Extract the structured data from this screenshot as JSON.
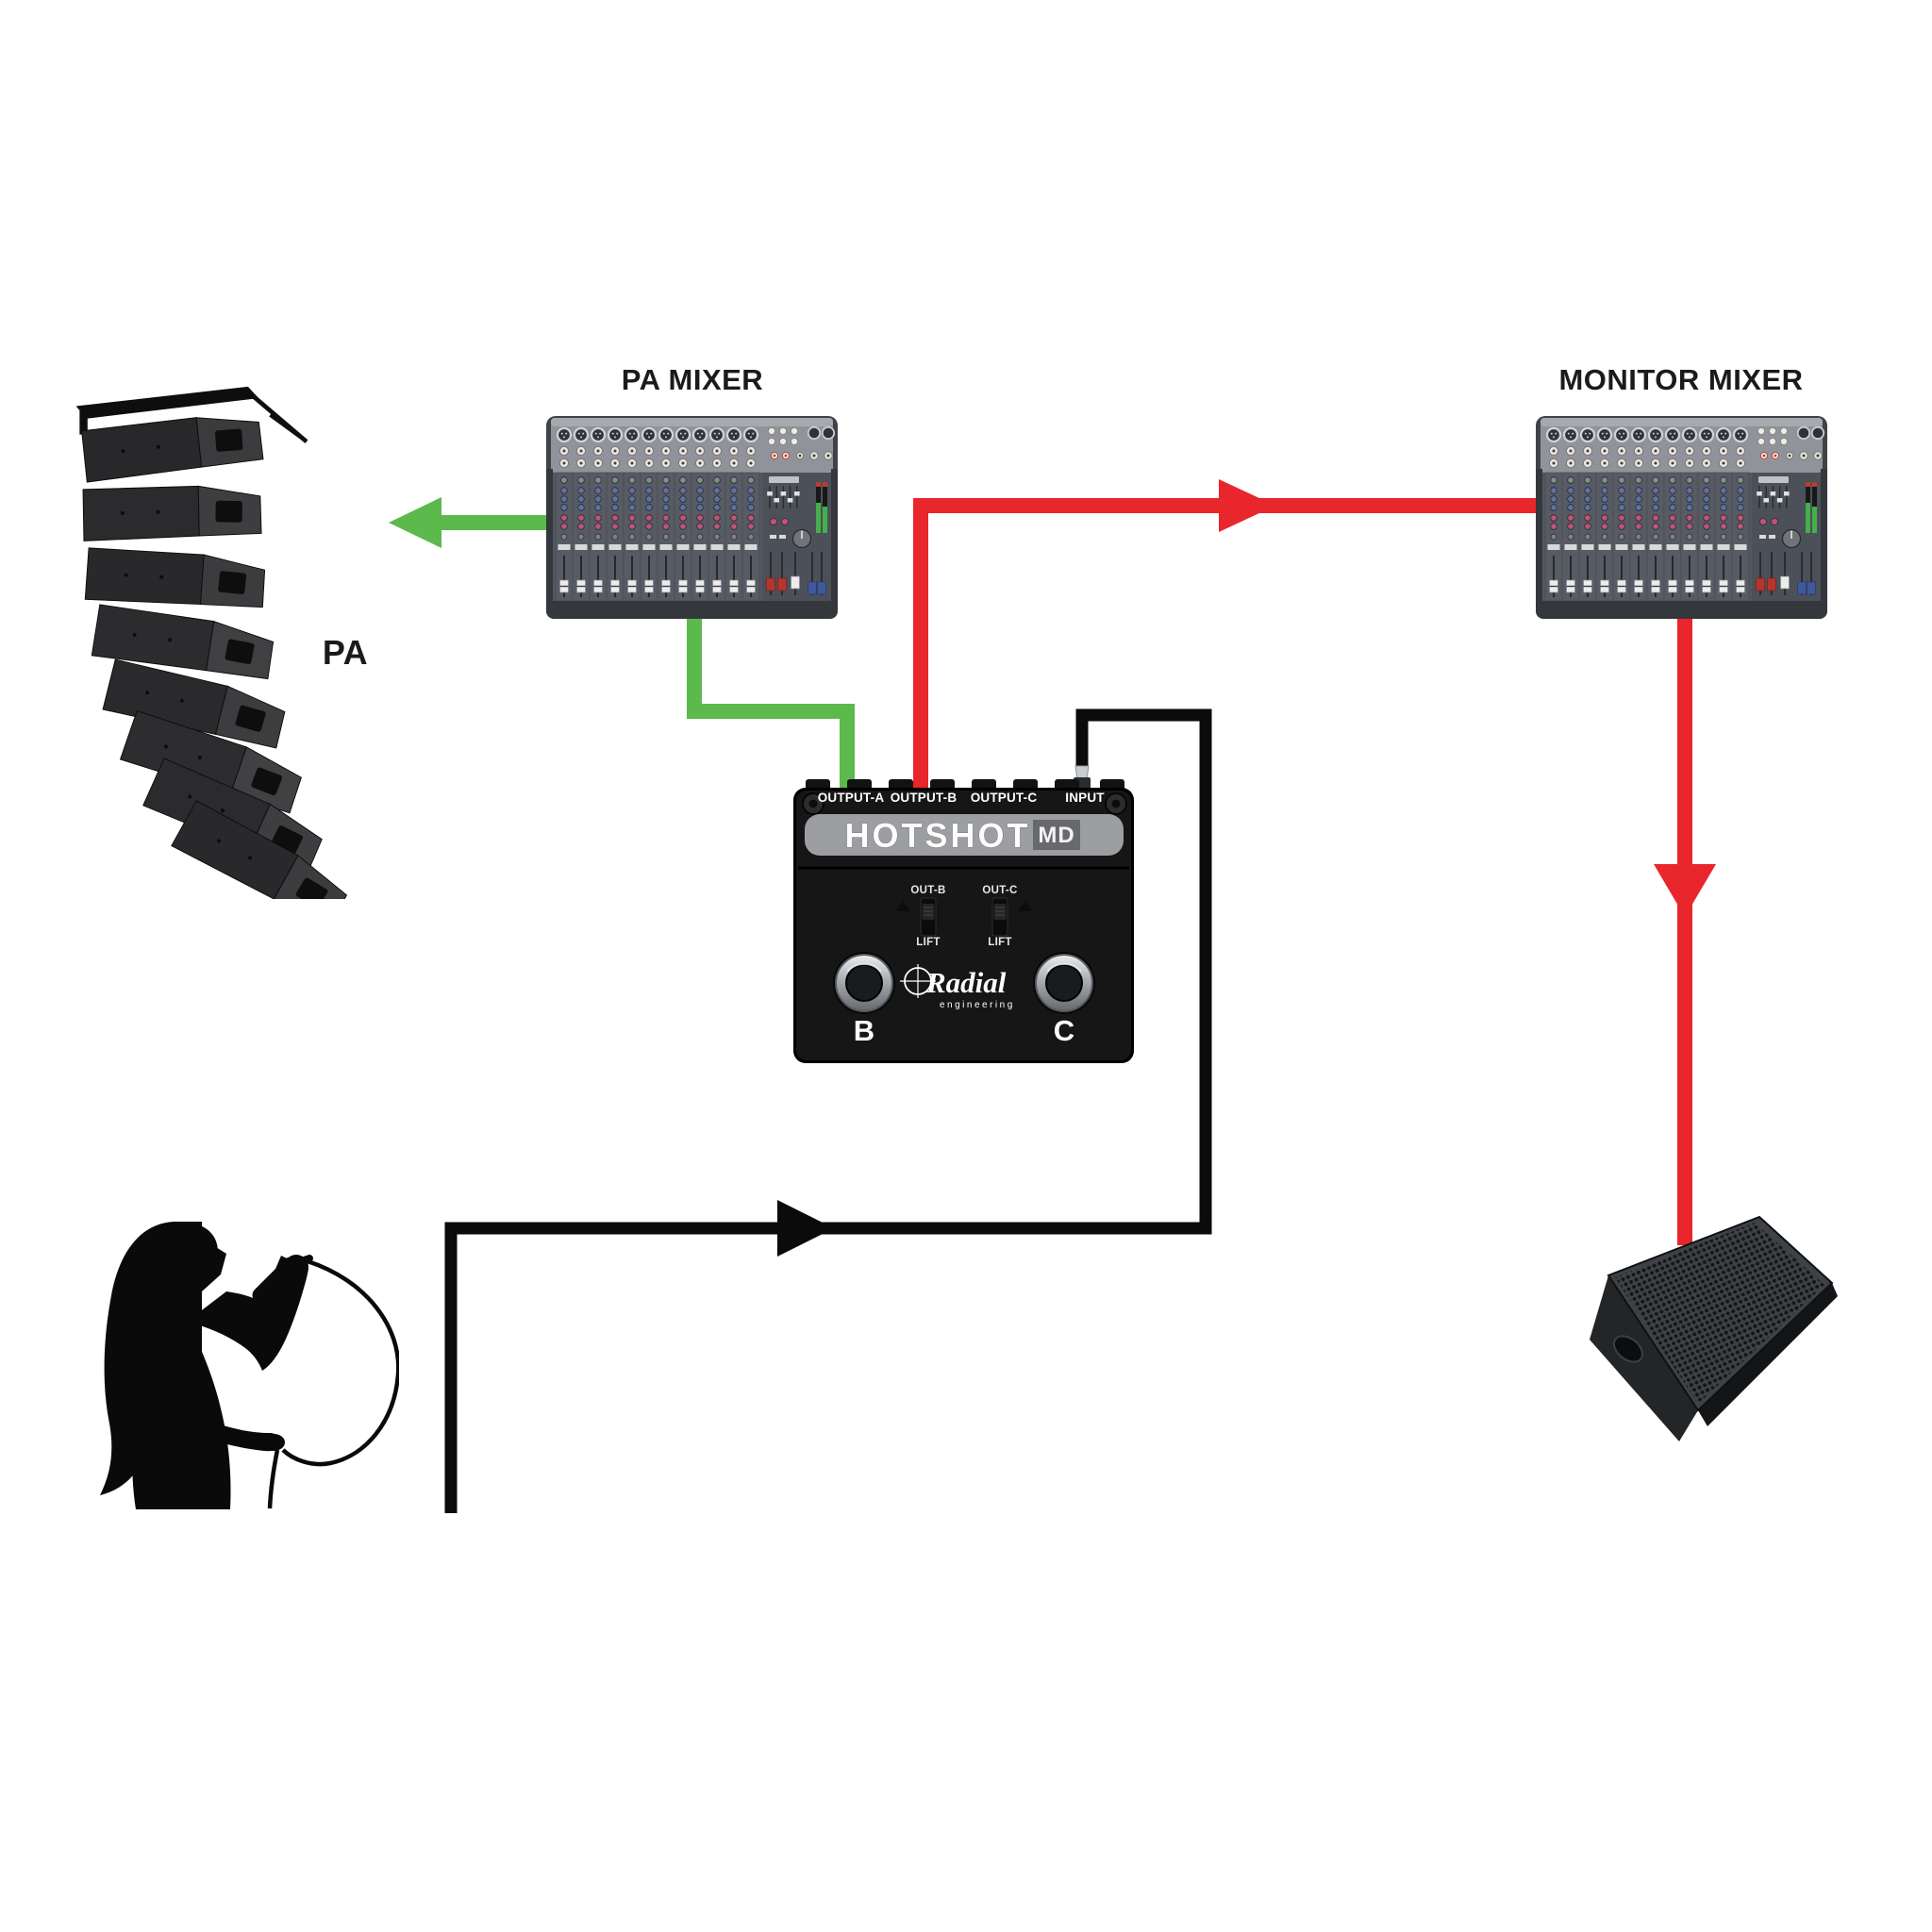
{
  "labels": {
    "pa_mixer": "PA MIXER",
    "monitor_mixer": "MONITOR MIXER",
    "pa_speakers": "PA"
  },
  "colors": {
    "background": "#FFFFFF",
    "pa_signal": "#5CB94B",
    "monitor_signal": "#E8262B",
    "mic_signal": "#0B0B0B"
  },
  "hotshot": {
    "model": "HOTSHOT",
    "model_suffix": "MD",
    "brand": "Radial",
    "brand_sub": "engineering",
    "ports": [
      "OUTPUT-A",
      "OUTPUT-B",
      "OUTPUT-C",
      "INPUT"
    ],
    "switch_b": {
      "label": "OUT-B",
      "position_label": "LIFT"
    },
    "switch_c": {
      "label": "OUT-C",
      "position_label": "LIFT"
    },
    "footswitch_b": "B",
    "footswitch_c": "C"
  }
}
